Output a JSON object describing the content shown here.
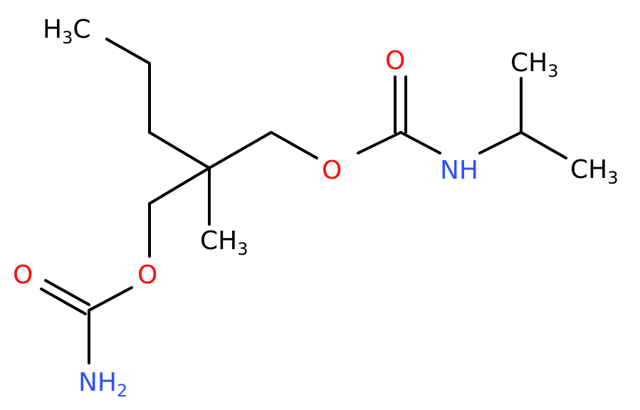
{
  "molecule": {
    "colors": {
      "carbon": "#000000",
      "oxygen": "#ff0d0d",
      "nitrogen": "#3050f8"
    },
    "labels": {
      "ch3_top": {
        "main": "H",
        "sub": "3",
        "tail": "C"
      },
      "ch3_middle": {
        "main": "CH",
        "sub": "3"
      },
      "ch3_isopropyl_top": {
        "main": "CH",
        "sub": "3"
      },
      "ch3_isopropyl_bottom": {
        "main": "CH",
        "sub": "3"
      },
      "o_carbonyl_right": "O",
      "o_ester_right": "O",
      "nh": "NH",
      "o_ester_left": "O",
      "o_carbonyl_left": "O",
      "nh2": {
        "main": "NH",
        "sub": "2"
      }
    }
  }
}
